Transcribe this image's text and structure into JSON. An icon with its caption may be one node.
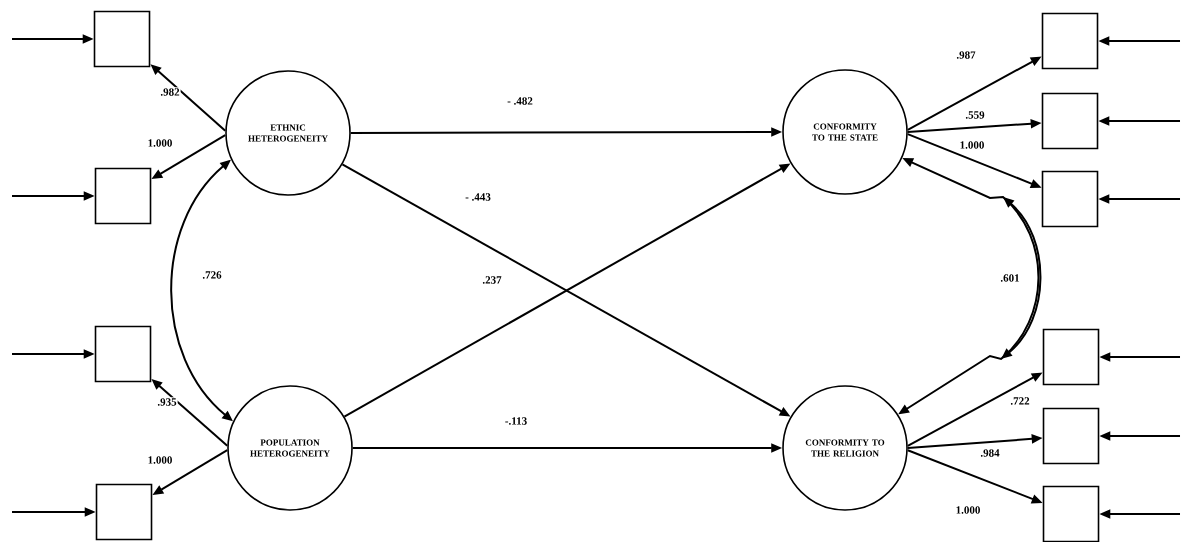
{
  "diagram": {
    "nodes": [
      {
        "text": [
          "ETHNIC HETEROGENEITY"
        ]
      },
      {
        "text": [
          "POPULATION HETEROGENEITY"
        ]
      },
      {
        "text": [
          "CONFORMITY TO THE STATE"
        ]
      },
      {
        "text": [
          "CONFORMITY TO THE RELIGION"
        ]
      },
      {
        "text": [],
        "shape": "box"
      },
      {
        "text": [],
        "shape": "box"
      },
      {
        "text": [],
        "shape": "box"
      },
      {
        "text": [],
        "shape": "box"
      },
      {
        "text": [],
        "shape": "box"
      },
      {
        "text": [],
        "shape": "box"
      },
      {
        "text": [],
        "shape": "box"
      },
      {
        "text": [],
        "shape": "box"
      },
      {
        "text": [],
        "shape": "box"
      },
      {
        "text": [],
        "shape": "box"
      }
    ],
    "edges": [
      {
        "from": 0,
        "to": 4,
        "arrow": "to",
        "label": ".982"
      },
      {
        "from": 0,
        "to": 5,
        "arrow": "to",
        "label": "1.000"
      },
      {
        "from": 1,
        "to": 6,
        "arrow": "to",
        "label": ".935"
      },
      {
        "from": 1,
        "to": 7,
        "arrow": "to",
        "label": "1.000"
      },
      {
        "from": 0,
        "to": 1,
        "arrow": "both",
        "label": ".726"
      },
      {
        "from": 0,
        "to": 2,
        "arrow": "to",
        "label": "- .482"
      },
      {
        "from": 0,
        "to": 3,
        "arrow": "to",
        "label": "- .443"
      },
      {
        "from": 1,
        "to": 2,
        "arrow": "to",
        "label": ".237"
      },
      {
        "from": 1,
        "to": 3,
        "arrow": "to",
        "label": "-.113"
      },
      {
        "from": 2,
        "to": 8,
        "arrow": "to",
        "label": ".987"
      },
      {
        "from": 2,
        "to": 9,
        "arrow": "to",
        "label": ".559"
      },
      {
        "from": 2,
        "to": 10,
        "arrow": "to",
        "label": "1.000"
      },
      {
        "from": 3,
        "to": 11,
        "arrow": "to",
        "label": ".722"
      },
      {
        "from": 3,
        "to": 12,
        "arrow": "to",
        "label": ".984"
      },
      {
        "from": 3,
        "to": 13,
        "arrow": "to",
        "label": "1.000"
      },
      {
        "from": null,
        "to": 4,
        "arrow": "to"
      },
      {
        "from": null,
        "to": 5,
        "arrow": "to"
      },
      {
        "from": null,
        "to": 6,
        "arrow": "to"
      },
      {
        "from": null,
        "to": 7,
        "arrow": "to"
      },
      {
        "from": null,
        "to": 8,
        "arrow": "to"
      },
      {
        "from": null,
        "to": 9,
        "arrow": "to"
      },
      {
        "from": null,
        "to": 10,
        "arrow": "to"
      },
      {
        "from": null,
        "to": 11,
        "arrow": "to"
      },
      {
        "from": null,
        "to": 12,
        "arrow": "to"
      },
      {
        "from": null,
        "to": 13,
        "arrow": "to"
      },
      {
        "from": 2,
        "to": 3,
        "arrow": "both",
        "label": ".601"
      }
    ]
  }
}
